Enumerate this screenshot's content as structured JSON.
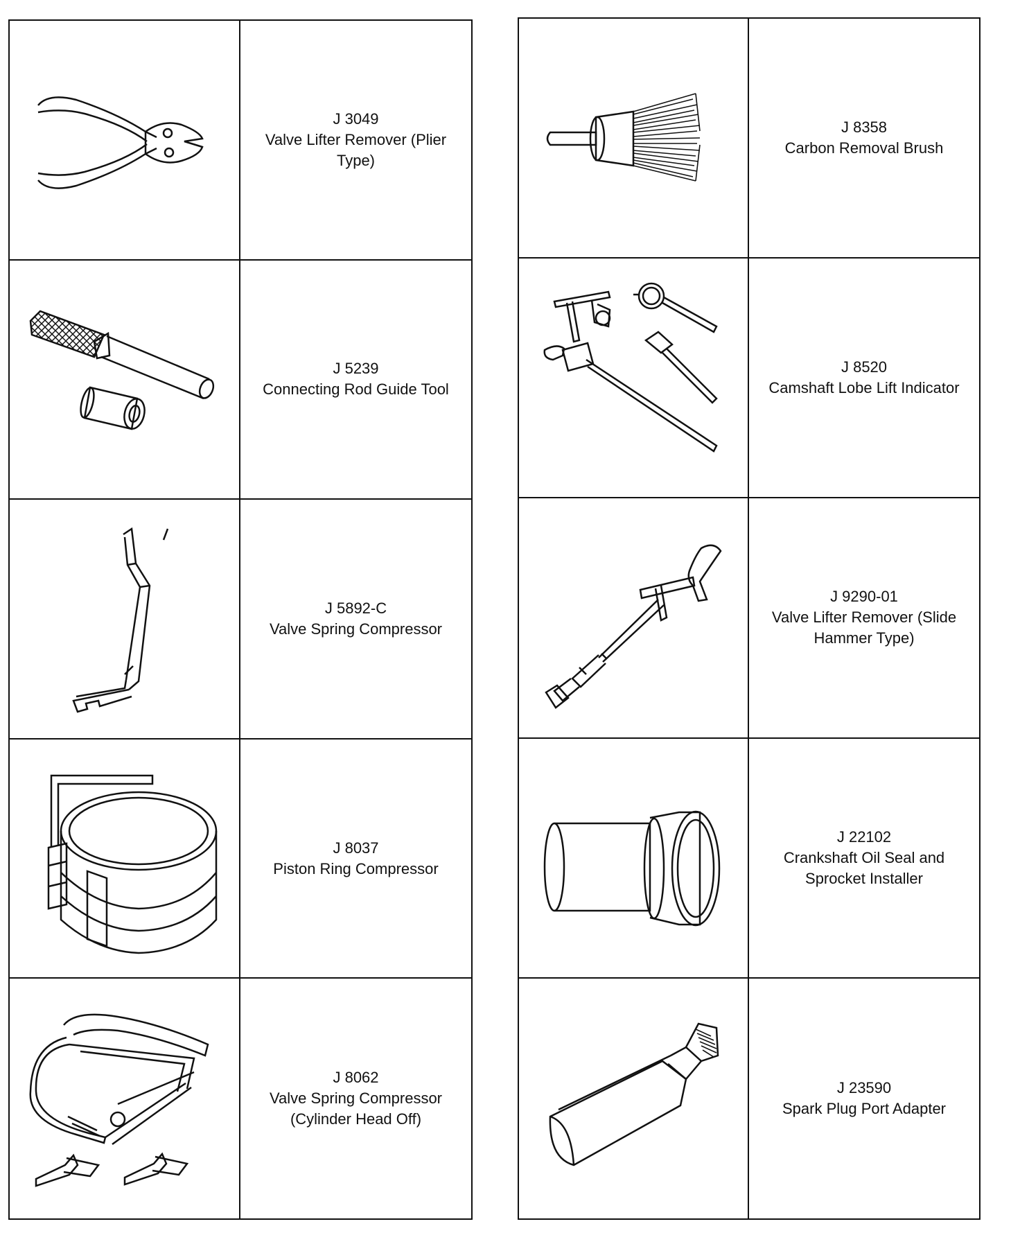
{
  "tools": {
    "left": [
      {
        "number": "J 3049",
        "name": "Valve Lifter Remover (Plier Type)",
        "icon": "pliers-icon"
      },
      {
        "number": "J 5239",
        "name": "Connecting Rod Guide Tool",
        "icon": "guide-tool-icon"
      },
      {
        "number": "J 5892-C",
        "name": "Valve Spring Compressor",
        "icon": "spring-compressor-icon"
      },
      {
        "number": "J 8037",
        "name": "Piston Ring Compressor",
        "icon": "ring-compressor-icon"
      },
      {
        "number": "J 8062",
        "name": "Valve Spring Compressor (Cylinder Head Off)",
        "icon": "c-clamp-compressor-icon"
      }
    ],
    "right": [
      {
        "number": "J 8358",
        "name": "Carbon Removal Brush",
        "icon": "wire-brush-icon"
      },
      {
        "number": "J 8520",
        "name": "Camshaft Lobe Lift Indicator",
        "icon": "dial-indicator-icon"
      },
      {
        "number": "J 9290-01",
        "name": "Valve Lifter Remover (Slide Hammer Type)",
        "icon": "slide-hammer-icon"
      },
      {
        "number": "J 22102",
        "name": "Crankshaft Oil Seal and Sprocket Installer",
        "icon": "seal-installer-icon"
      },
      {
        "number": "J 23590",
        "name": "Spark Plug Port Adapter",
        "icon": "port-adapter-icon"
      }
    ]
  }
}
